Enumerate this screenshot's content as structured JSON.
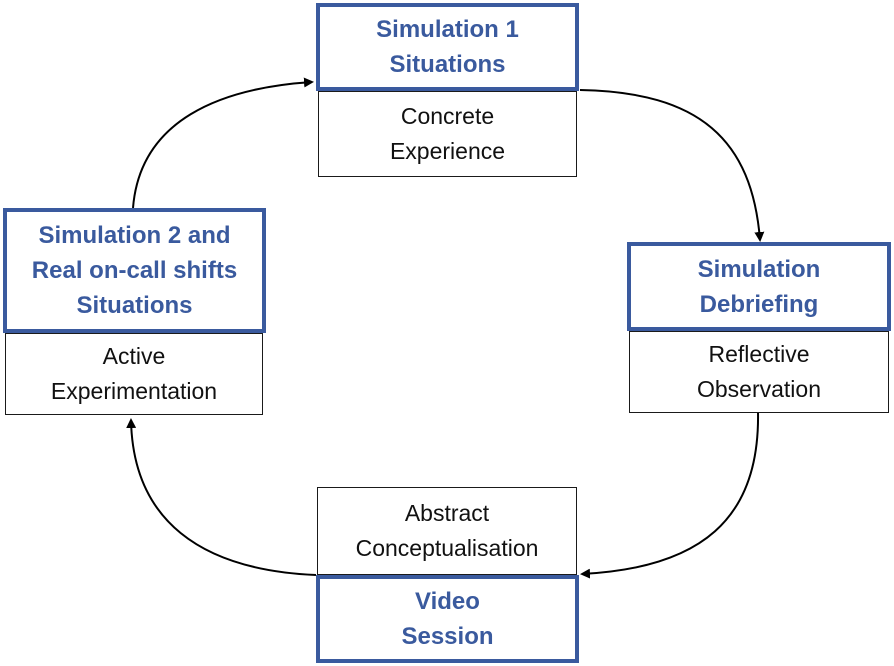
{
  "stages": {
    "top": {
      "situation": [
        "Simulation 1",
        "Situations"
      ],
      "phase": [
        "Concrete",
        "Experience"
      ]
    },
    "right": {
      "situation": [
        "Simulation",
        "Debriefing"
      ],
      "phase": [
        "Reflective",
        "Observation"
      ]
    },
    "bottom": {
      "phase": [
        "Abstract",
        "Conceptualisation"
      ],
      "situation": [
        "Video",
        "Session"
      ]
    },
    "left": {
      "situation": [
        "Simulation 2 and",
        "Real on-call shifts",
        "Situations"
      ],
      "phase": [
        "Active",
        "Experimentation"
      ]
    }
  },
  "colors": {
    "accent": "#3a5a9e",
    "arrow": "#000000",
    "plain_border": "#1a1a1a"
  }
}
